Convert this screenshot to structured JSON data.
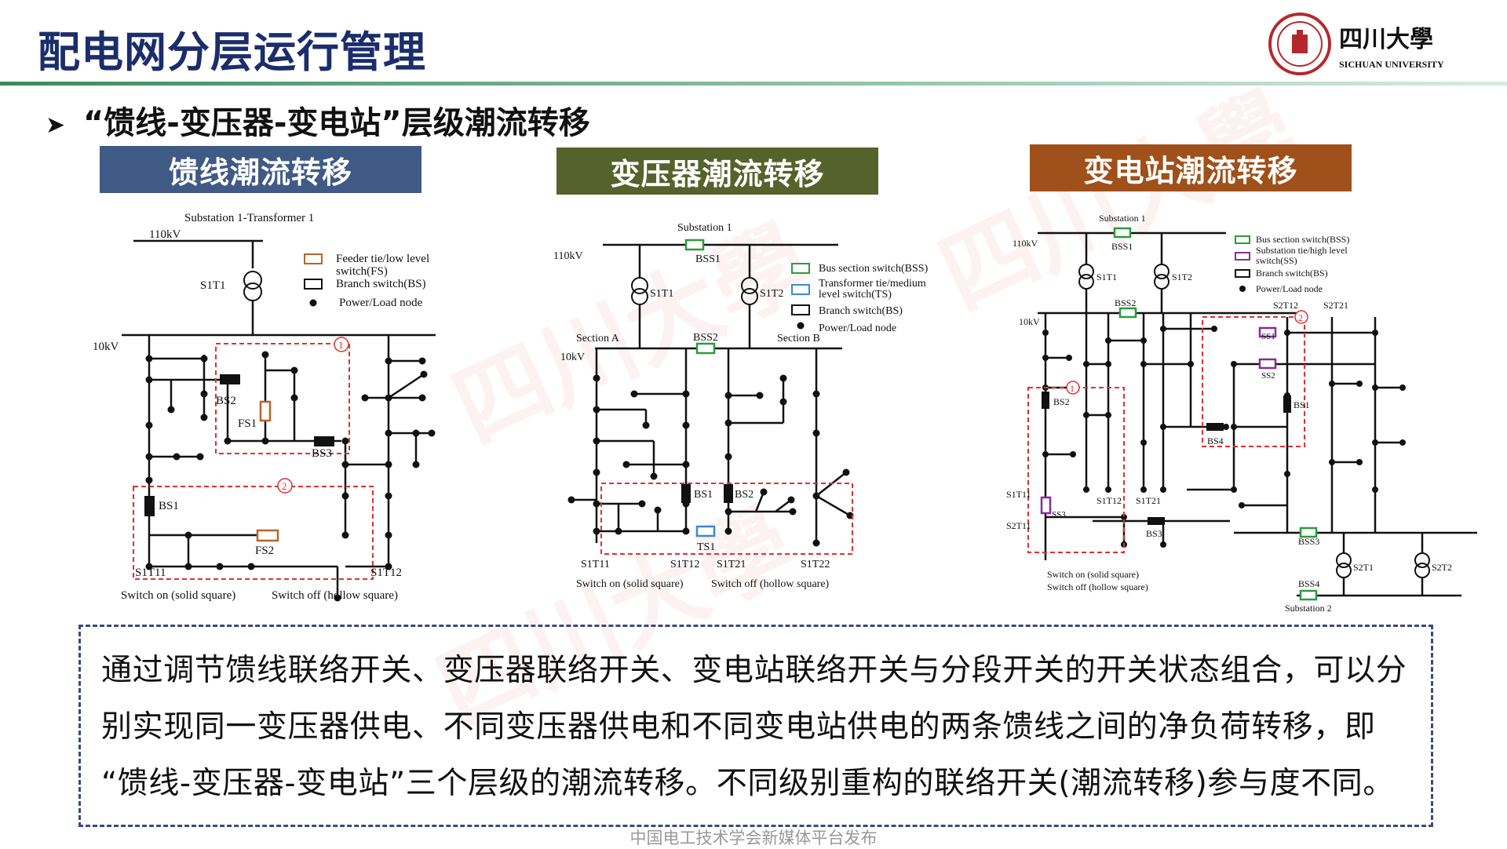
{
  "slide": {
    "title": "配电网分层运行管理",
    "logo_text": "四川大學",
    "logo_subtext": "SICHUAN UNIVERSITY",
    "bullet": "“馈线-变压器-变电站”层级潮流转移",
    "footer": "中国电工技术学会新媒体平台发布"
  },
  "colors": {
    "title": "#1b2d6b",
    "feeder_banner": "#405a86",
    "transformer_banner": "#55622b",
    "substation_banner": "#a0501a",
    "red_box": "#e03030"
  },
  "banners": {
    "feeder": "馈线潮流转移",
    "transformer": "变压器潮流转移",
    "substation": "变电站潮流转移"
  },
  "diagram1": {
    "substation": "Substation 1-Transformer 1",
    "hv": "110kV",
    "lv": "10kV",
    "transformer": "S1T1",
    "legend_fs_1": "Feeder tie/low level",
    "legend_fs_2": "switch(FS)",
    "legend_bs": "Branch switch(BS)",
    "legend_node": "Power/Load node",
    "bs1": "BS1",
    "bs2": "BS2",
    "bs3": "BS3",
    "fs1": "FS1",
    "fs2": "FS2",
    "region1": "1",
    "region2": "2",
    "feeder_a": "S1T11",
    "feeder_b": "S1T12",
    "note_on": "Switch on  (solid square)",
    "note_off": "Switch off (hollow square)"
  },
  "diagram2": {
    "substation": "Substation 1",
    "hv": "110kV",
    "lv": "10kV",
    "bss1": "BSS1",
    "bss2": "BSS2",
    "t1": "S1T1",
    "t2": "S1T2",
    "section_a": "Section A",
    "section_b": "Section B",
    "legend_bss": "Bus section switch(BSS)",
    "legend_ts_1": "Transformer tie/medium",
    "legend_ts_2": "level switch(TS)",
    "legend_bs": "Branch switch(BS)",
    "legend_node": "Power/Load node",
    "bs1": "BS1",
    "bs2": "BS2",
    "ts1": "TS1",
    "f11": "S1T11",
    "f12": "S1T12",
    "f21": "S1T21",
    "f22": "S1T22",
    "note_on": "Switch on  (solid square)",
    "note_off": "Switch off (hollow square)"
  },
  "diagram3": {
    "substation1": "Substation 1",
    "substation2": "Substation 2",
    "hv": "110kV",
    "lv": "10kV",
    "bss1": "BSS1",
    "bss2": "BSS2",
    "bss3": "BSS3",
    "bss4": "BSS4",
    "t11": "S1T1",
    "t12": "S1T2",
    "t21": "S2T1",
    "t22": "S2T2",
    "legend_bss": "Bus section switch(BSS)",
    "legend_ss_1": "Substation tie/high level",
    "legend_ss_2": "switch(SS)",
    "legend_bs": "Branch switch(BS)",
    "legend_node": "Power/Load node",
    "ss1": "SS1",
    "ss2": "SS2",
    "ss3": "SS3",
    "bs1": "BS1",
    "bs2": "BS2",
    "bs3": "BS3",
    "bs4": "BS4",
    "f_s2t12": "S2T12",
    "f_s2t21": "S2T21",
    "f_s1t11": "S1T11",
    "f_s2t11": "S2T11",
    "f_s1t12": "S1T12",
    "f_s1t21": "S1T21",
    "region1": "1",
    "region2": "2",
    "note_on": "Switch on  (solid square)",
    "note_off": "Switch off (hollow square)"
  },
  "summary": {
    "line1": "通过调节馈线联络开关、变压器联络开关、变电站联络开关与分段开关的开关状态组合，可以分",
    "line2": "别实现同一变压器供电、不同变压器供电和不同变电站供电的两条馈线之间的净负荷转移，即",
    "line3": "“馈线-变压器-变电站”三个层级的潮流转移。不同级别重构的联络开关(潮流转移)参与度不同。"
  }
}
